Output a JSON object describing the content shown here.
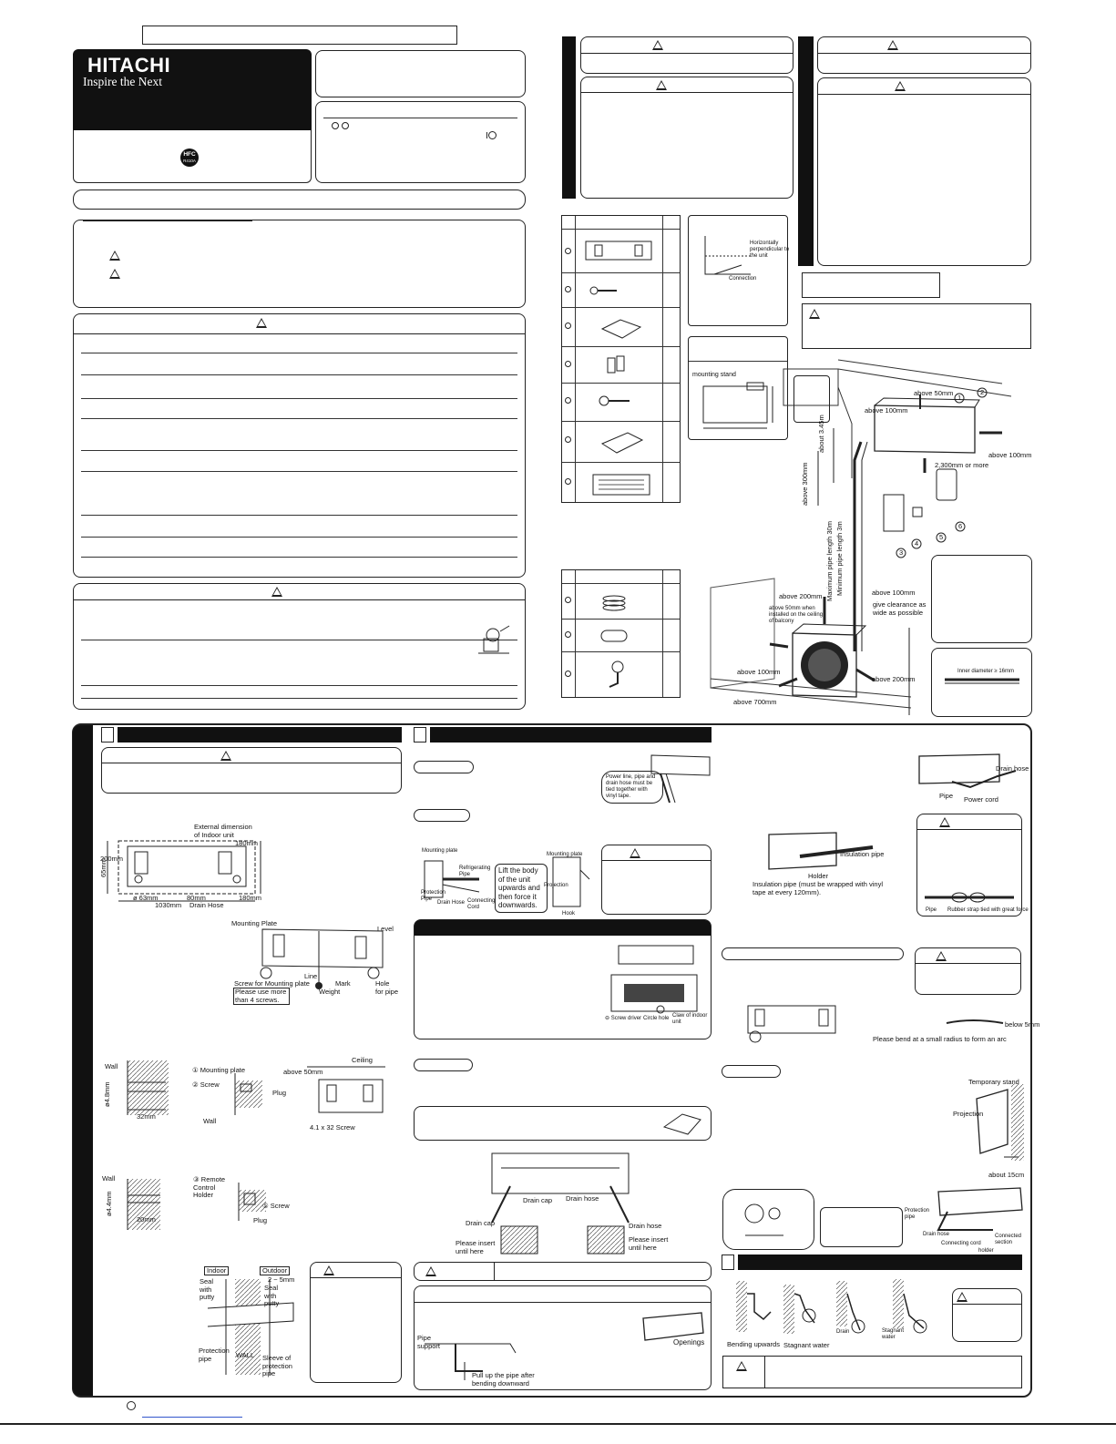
{
  "brand": {
    "name": "HITACHI",
    "slogan": "Inspire the Next",
    "hfc_badge": "HFC",
    "hfc_code": "R410A"
  },
  "colors": {
    "ink": "#111111",
    "paper": "#ffffff",
    "brand_block": "#111111"
  },
  "accessories_figure": {
    "mounting_stand_label": "mounting stand",
    "connection_labels": [
      "Horizontally perpendicular to the unit",
      "Connection"
    ]
  },
  "installation_figure": {
    "labels": {
      "above_50": "above 50mm",
      "above_100_top": "above 100mm",
      "above_100_right": "above 100mm",
      "above_100_outdoor_right": "above 100mm",
      "above_100_outdoor_left": "above 100mm",
      "clearance_2300": "2,300mm or more",
      "about_3_45": "about 3.45m",
      "above_300": "above 300mm",
      "above_200_top": "above 200mm",
      "above_200_right": "above 200mm",
      "above_700": "above 700mm",
      "max_pipe": "Maximum pipe length 30m",
      "min_pipe": "Minimum pipe length 3m",
      "balcony_note": "above 50mm when installed on the ceiling of balcony",
      "give_clearance": "give clearance as wide as possible",
      "inner_diameter": "Inner diameter ≥ 16mm"
    },
    "callouts": [
      "1",
      "2",
      "3",
      "4",
      "5",
      "6"
    ]
  },
  "section_indoor": {
    "dimension_labels": {
      "external": "External dimension of Indoor unit",
      "d200": "200mm",
      "d65": "65mm",
      "d63": "ø 63mm",
      "d80": "80mm",
      "d180a": "180mm",
      "d180b": "180mm",
      "d1030": "1030mm",
      "drain_hose": "Drain Hose"
    },
    "plate_labels": {
      "mounting_plate": "Mounting Plate",
      "level": "Level",
      "screw_for_plate": "Screw for Mounting plate",
      "please_use": "Please use more than 4 screws.",
      "line": "Line",
      "weight": "Weight",
      "mark": "Mark",
      "hole_for_pipe": "Hole for pipe"
    },
    "wall_labels": {
      "wall1": "Wall",
      "dia1": "ø4.8mm",
      "d32": "32mm",
      "mp": "① Mounting plate",
      "scr": "② Screw",
      "plug": "Plug",
      "wall2": "Wall",
      "ceiling": "Ceiling",
      "above50": "above 50mm",
      "screw_size": "4.1 x 32 Screw",
      "wall3": "Wall",
      "dia2": "ø4.4mm",
      "d20": "20mm",
      "remote_holder": "③ Remote Control Holder",
      "screw5": "⑤ Screw",
      "plug2": "Plug",
      "indoor": "Indoor",
      "outdoor": "Outdoor",
      "gap": "2 ~ 5mm",
      "seal1": "Seal with putty",
      "seal2": "Seal with putty",
      "protection_pipe": "Protection pipe",
      "wall_word": "WALL",
      "sleeve": "Sleeve of protection pipe"
    }
  },
  "section_piping": {
    "tape_note": "Power line, pipe and drain hose must be tied together with vinyl tape.",
    "mount_labels": {
      "mounting_plate": "Mounting plate",
      "refrig_pipe": "Refrigerating Pipe",
      "protection_pipe": "Protection Pipe",
      "drain_hose": "Drain Hose",
      "connecting_cord": "Connecting Cord",
      "lift_note": "Lift the body of the unit upwards and then force it downwards.",
      "mounting_plate2": "Mounting plate",
      "projection": "Projection",
      "hook": "Hook"
    },
    "removal_labels": {
      "circle_hole": "Circle hole",
      "screwdriver": "⊖ Screw driver",
      "claw": "Claw of indoor unit"
    },
    "drain_labels": {
      "drain_cap": "Drain cap",
      "drain_hose": "Drain hose",
      "drain_cap2": "Drain cap",
      "insert1": "Please insert until here",
      "drain_hose2": "Drain hose",
      "insert2": "Please insert until here"
    },
    "pipe_labels": {
      "pipe_support": "Pipe support",
      "pull_up": "Pull up the pipe after bending downward",
      "openings": "Openings"
    }
  },
  "section_right": {
    "hose_labels": {
      "drain_hose": "Drain hose",
      "pipe": "Pipe",
      "power_cord": "Power cord"
    },
    "insulation_labels": {
      "insulation_pipe": "Insulation pipe",
      "holder": "Holder",
      "note": "Insulation pipe (must be wrapped with vinyl tape at every 120mm)."
    },
    "strap_labels": {
      "pipe": "Pipe",
      "rubber": "Rubber strap tied with great force"
    },
    "bend_labels": {
      "note": "Please bend at a small radius to form an arc",
      "below5": "below 5mm"
    },
    "stand_labels": {
      "temporary": "Temporary stand",
      "projection": "Projection",
      "about15": "about 15cm"
    },
    "bottom_labels": {
      "protection_pipe": "Protection pipe",
      "drain_hose": "Drain hose",
      "connecting_cord": "Connecting cord",
      "connected_section": "Connected section",
      "holder": "holder"
    },
    "drain_check": {
      "bending": "Bending upwards",
      "stagnant1": "Stagnant water",
      "drain": "Drain",
      "stagnant2": "Stagnant water"
    }
  }
}
